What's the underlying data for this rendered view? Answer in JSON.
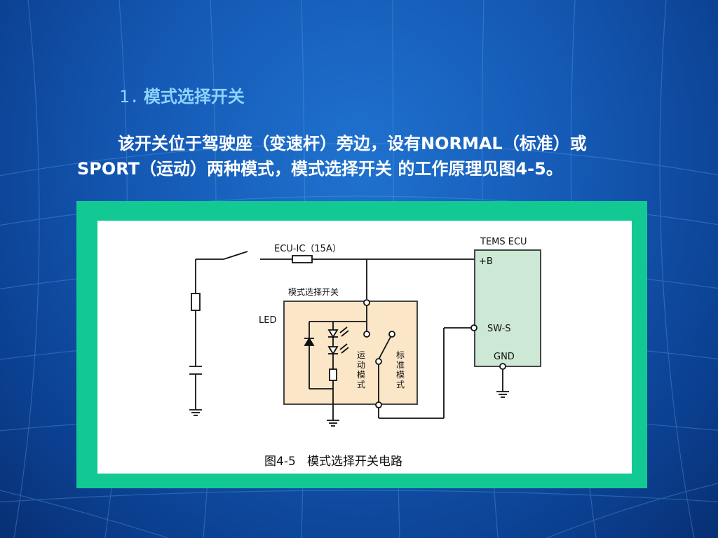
{
  "slide": {
    "heading_number": "1.",
    "heading_text": "模式选择开关",
    "paragraph_line1": "该开关位于驾驶座（变速杆）旁边，设有NORMAL（标准）或",
    "paragraph_line2": "SPORT（运动）两种模式，模式选择开关 的工作原理见图4-5。"
  },
  "diagram": {
    "fuse_label": "ECU-IC（15A）",
    "switch_label": "模式选择开关",
    "led_label": "LED",
    "ecu_label": "TEMS ECU",
    "pin_b": "+B",
    "pin_sws": "SW-S",
    "pin_gnd": "GND",
    "sport_mode": [
      "运",
      "动",
      "模",
      "式"
    ],
    "normal_mode": [
      "标",
      "准",
      "模",
      "式"
    ],
    "caption": "图4-5   模式选择开关电路"
  },
  "colors": {
    "background": "#1458b3",
    "frame": "#12c993",
    "switch_box": "#fbe6c8",
    "ecu_box": "#cde8d4",
    "heading": "#8fd3ff"
  }
}
